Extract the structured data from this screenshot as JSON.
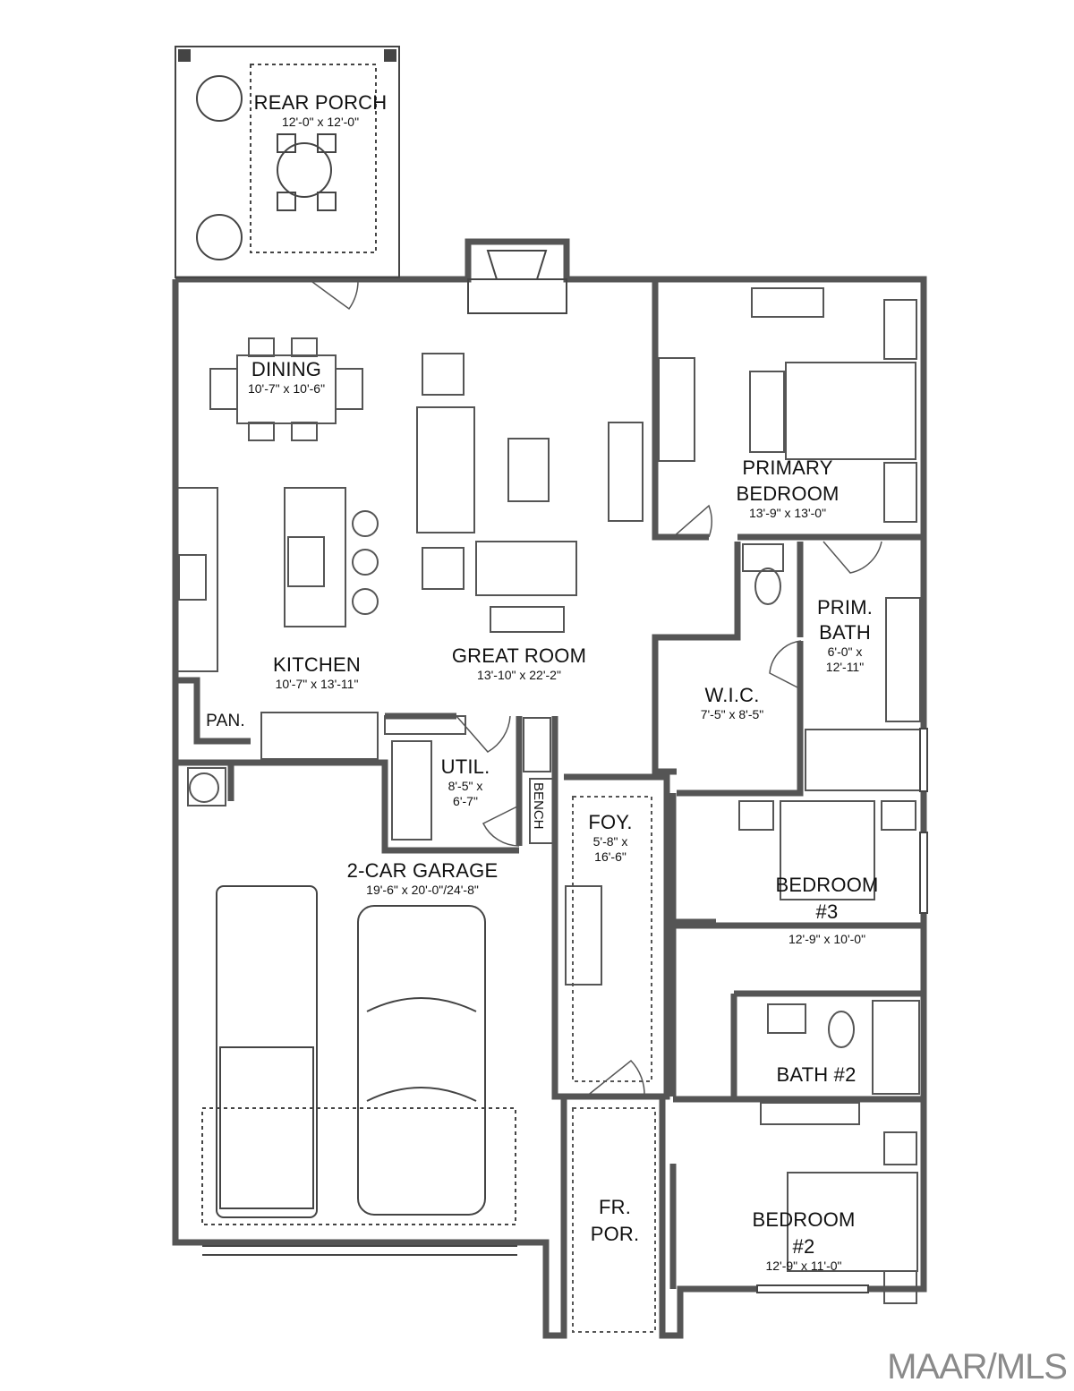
{
  "watermark": "MAAR/MLS",
  "rooms": {
    "rear_porch": {
      "name": "REAR PORCH",
      "dims": "12'-0\" x 12'-0\""
    },
    "dining": {
      "name": "DINING",
      "dims": "10'-7\" x 10'-6\""
    },
    "kitchen": {
      "name": "KITCHEN",
      "dims": "10'-7\" x 13'-11\""
    },
    "great_room": {
      "name": "GREAT ROOM",
      "dims": "13'-10\" x 22'-2\""
    },
    "primary_bedroom": {
      "name_line1": "PRIMARY",
      "name_line2": "BEDROOM",
      "dims": "13'-9\" x 13'-0\""
    },
    "prim_bath": {
      "name_line1": "PRIM.",
      "name_line2": "BATH",
      "dims_line1": "6'-0\" x",
      "dims_line2": "12'-11\""
    },
    "wic": {
      "name": "W.I.C.",
      "dims": "7'-5\" x 8'-5\""
    },
    "pantry": {
      "name": "PAN."
    },
    "utility": {
      "name": "UTIL.",
      "dims_line1": "8'-5\" x",
      "dims_line2": "6'-7\""
    },
    "bench": {
      "name": "BENCH"
    },
    "foyer": {
      "name": "FOY.",
      "dims_line1": "5'-8\" x",
      "dims_line2": "16'-6\""
    },
    "bedroom3": {
      "name_line1": "BEDROOM",
      "name_line2": "#3",
      "dims": "12'-9\" x 10'-0\""
    },
    "bath2": {
      "name": "BATH #2"
    },
    "garage": {
      "name": "2-CAR GARAGE",
      "dims": "19'-6\" x 20'-0\"/24'-8\""
    },
    "front_porch": {
      "name_line1": "FR.",
      "name_line2": "POR."
    },
    "bedroom2": {
      "name_line1": "BEDROOM",
      "name_line2": "#2",
      "dims": "12'-9\" x 11'-0\""
    }
  },
  "colors": {
    "wall": "#555555",
    "line": "#333333",
    "fixture": "#666666",
    "watermark": "#8a8a8a"
  }
}
